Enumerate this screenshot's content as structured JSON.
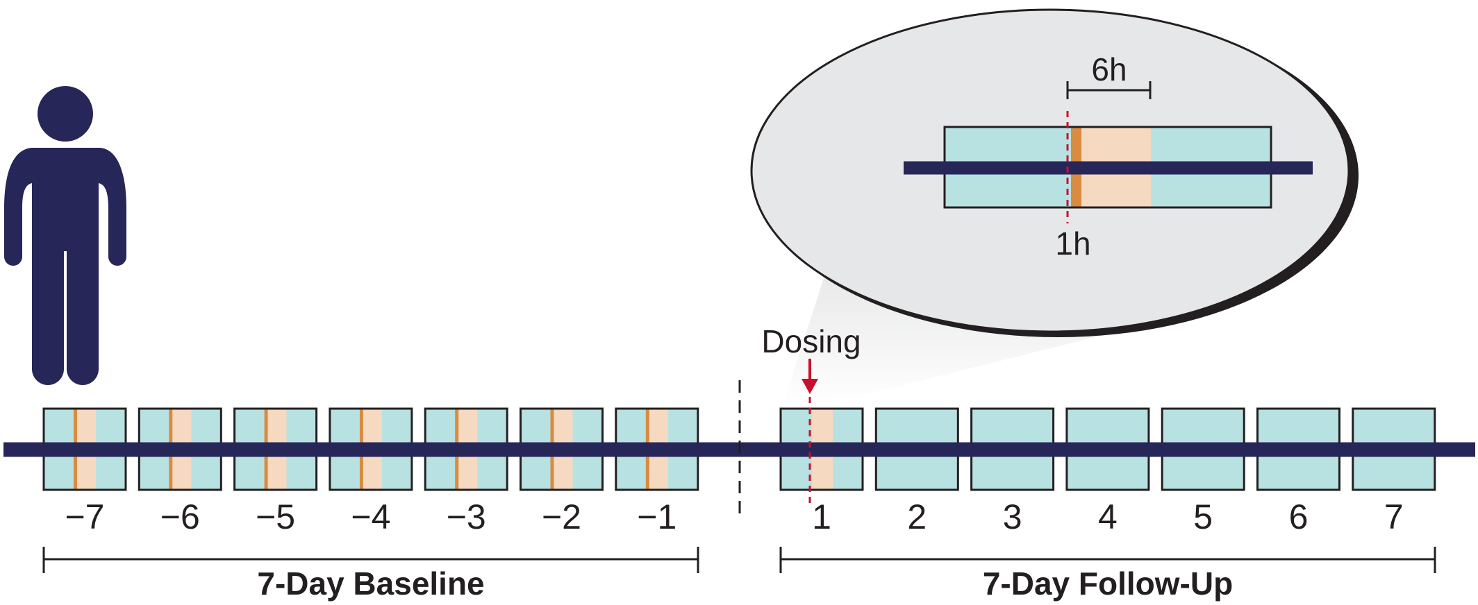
{
  "colors": {
    "figure": "#262659",
    "day_box_fill": "#b8e2e1",
    "day_box_stroke": "#231f20",
    "sampling_window": "#f5d9c0",
    "sampling_marker": "#d98b3f",
    "dosing_marker": "#c8102e",
    "zoom_fill": "#e6e7e8",
    "text": "#231f20"
  },
  "timeline": {
    "baseline_days": [
      "−7",
      "−6",
      "−5",
      "−4",
      "−3",
      "−2",
      "−1"
    ],
    "followup_days": [
      "1",
      "2",
      "3",
      "4",
      "5",
      "6",
      "7"
    ],
    "baseline_label": "7-Day Baseline",
    "followup_label": "7-Day Follow-Up",
    "dosing_label": "Dosing",
    "sampled_followup_days": 1
  },
  "zoom": {
    "duration_label": "6h",
    "offset_label": "1h"
  },
  "icons": {
    "subject": "person-icon",
    "dosing": "arrow-down-icon"
  }
}
